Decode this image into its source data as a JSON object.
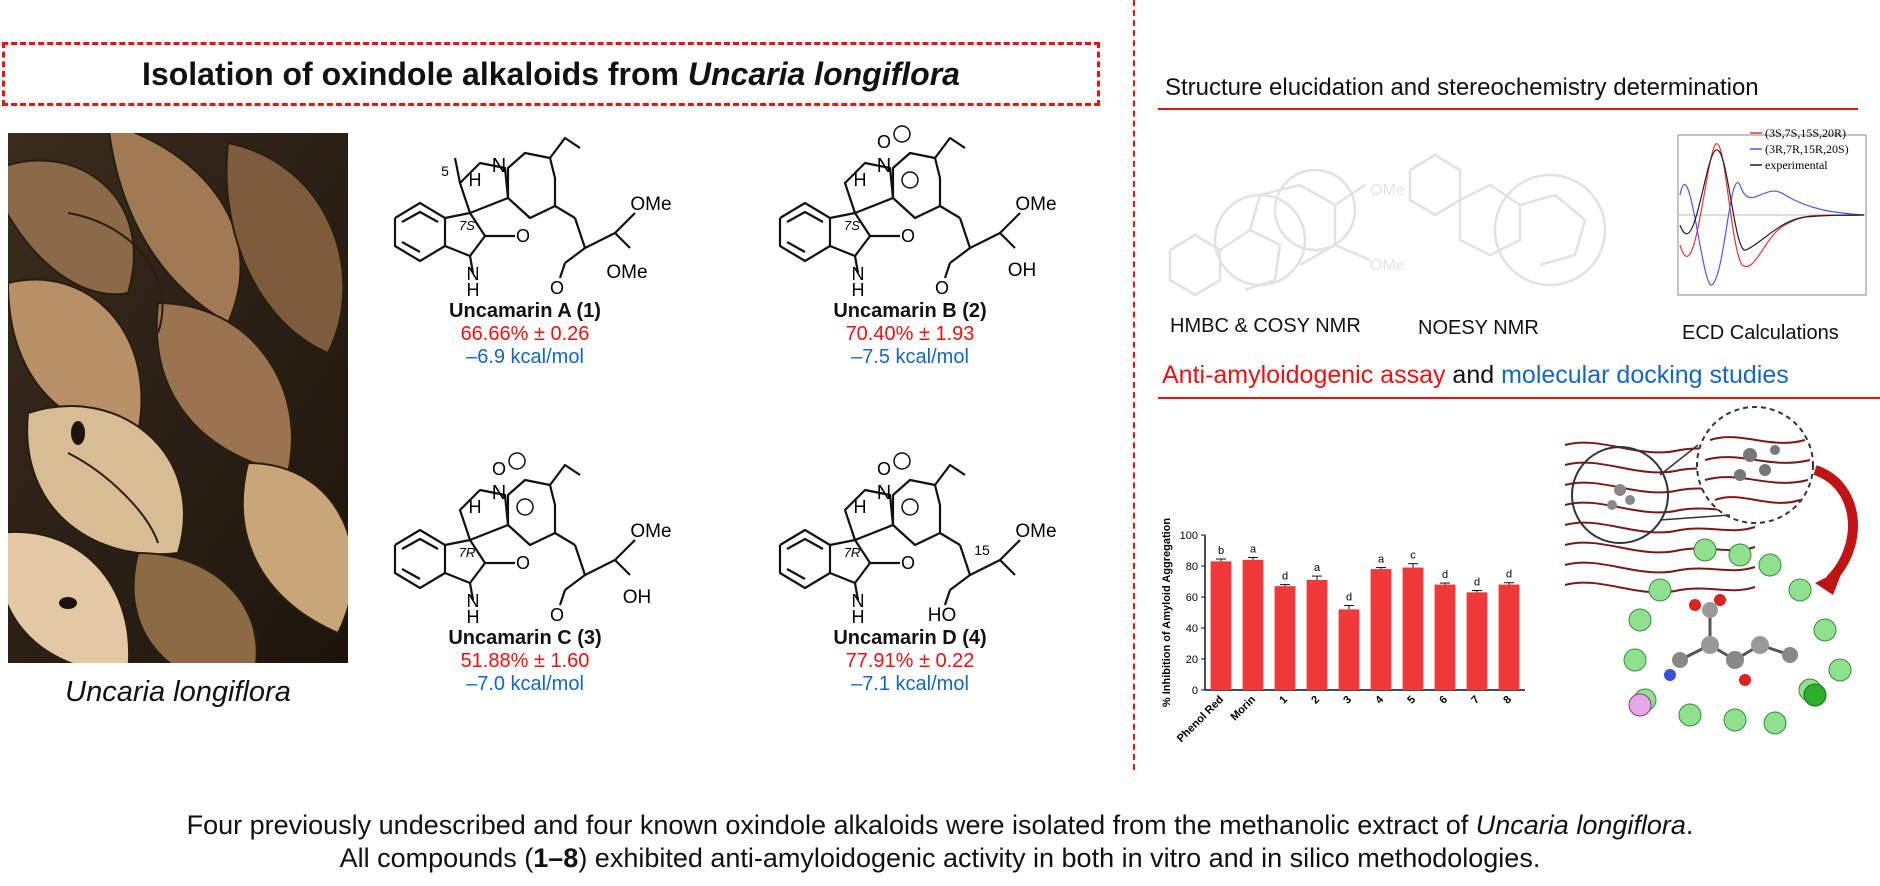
{
  "header": {
    "title_prefix": "Isolation of oxindole alkaloids from ",
    "title_italic": "Uncaria longiflora"
  },
  "plant": {
    "caption": "Uncaria longiflora"
  },
  "compounds": [
    {
      "name": "Uncamarin A (1)",
      "inhibition": "66.66% ± 0.26",
      "energy": "–6.9 kcal/mol",
      "stereo": "7S",
      "nox": false,
      "acid": "ester",
      "c5": "5"
    },
    {
      "name": "Uncamarin B (2)",
      "inhibition": "70.40% ± 1.93",
      "energy": "–7.5 kcal/mol",
      "stereo": "7S",
      "nox": true,
      "acid": "OH"
    },
    {
      "name": "Uncamarin C (3)",
      "inhibition": "51.88% ± 1.60",
      "energy": "–7.0 kcal/mol",
      "stereo": "7R",
      "nox": true,
      "acid": "OH"
    },
    {
      "name": "Uncamarin D (4)",
      "inhibition": "77.91% ± 0.22",
      "energy": "–7.1 kcal/mol",
      "stereo": "7R",
      "nox": true,
      "acid": "HO"
    }
  ],
  "chem_labels": {
    "ome": "OMe",
    "oh": "OH",
    "ho": "HO",
    "nh": "N",
    "h": "H",
    "o": "O",
    "n": "N",
    "c15": "15"
  },
  "structure_section": {
    "title": "Structure elucidation and stereochemistry determination",
    "labels": [
      "HMBC & COSY NMR",
      "NOESY NMR",
      "ECD Calculations"
    ]
  },
  "ecd": {
    "legend": [
      "(3S,7S,15S,20R)",
      "(3R,7R,15R,20S)",
      "experimental"
    ],
    "series_colors": [
      "#e33",
      "#4a5cf0",
      "#222"
    ]
  },
  "assay_section": {
    "title_red": "Anti-amyloidogenic assay",
    "title_mid": " and ",
    "title_blue": "molecular docking studies"
  },
  "chart_data": {
    "type": "bar",
    "ylabel": "% Inhibition of Amyloid Aggregation",
    "categories": [
      "Phenol Red",
      "Morin",
      "1",
      "2",
      "3",
      "4",
      "5",
      "6",
      "7",
      "8"
    ],
    "values": [
      83,
      84,
      67,
      71,
      52,
      78,
      79,
      68,
      63,
      68
    ],
    "errors": [
      1.5,
      1.5,
      1,
      2.5,
      2.5,
      1,
      2.5,
      1,
      1.2,
      1.2
    ],
    "letters": [
      "b",
      "a",
      "d",
      "a",
      "d",
      "a",
      "c",
      "d",
      "d",
      "d"
    ],
    "ylim": [
      0,
      100
    ],
    "yticks": [
      0,
      20,
      40,
      60,
      80,
      100
    ],
    "bar_color": "#f03a3a"
  },
  "footer": {
    "line1_prefix": "Four previously undescribed and four known oxindole alkaloids were isolated from the methanolic extract of ",
    "line1_italic": "Uncaria longiflora",
    "line1_suffix": ".",
    "line2_prefix": "All compounds (",
    "line2_bold": "1–8",
    "line2_suffix": ") exhibited anti-amyloidogenic activity in both in vitro and in silico methodologies."
  }
}
